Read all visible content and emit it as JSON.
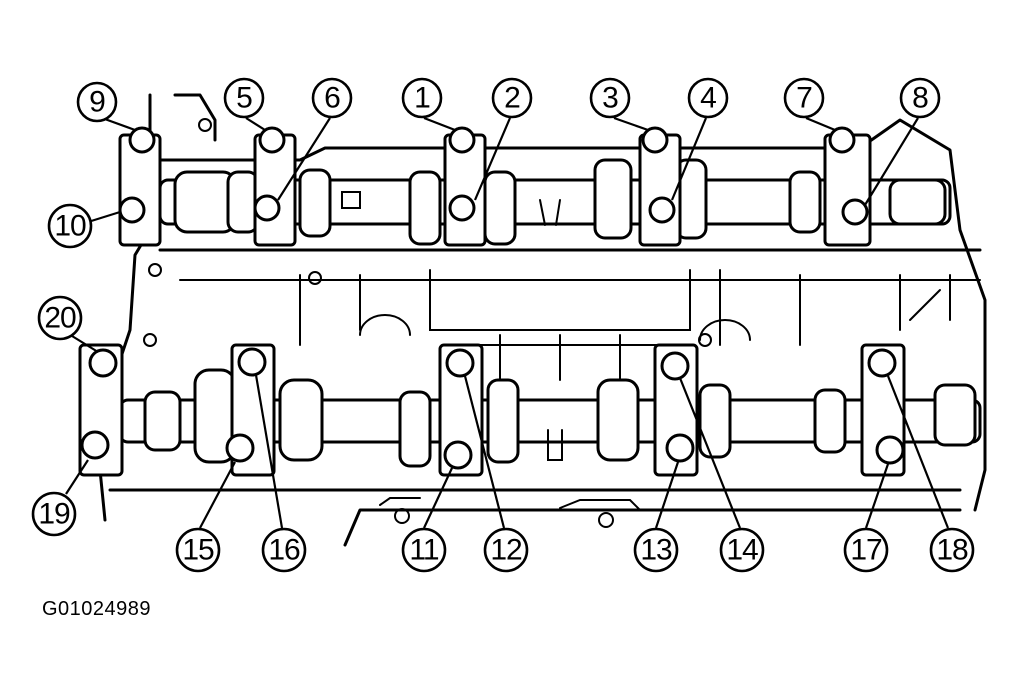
{
  "figure_code": "G01024989",
  "callouts": [
    {
      "id": "1",
      "label": "1"
    },
    {
      "id": "2",
      "label": "2"
    },
    {
      "id": "3",
      "label": "3"
    },
    {
      "id": "4",
      "label": "4"
    },
    {
      "id": "5",
      "label": "5"
    },
    {
      "id": "6",
      "label": "6"
    },
    {
      "id": "7",
      "label": "7"
    },
    {
      "id": "8",
      "label": "8"
    },
    {
      "id": "9",
      "label": "9"
    },
    {
      "id": "10",
      "label": "10"
    },
    {
      "id": "11",
      "label": "11"
    },
    {
      "id": "12",
      "label": "12"
    },
    {
      "id": "13",
      "label": "13"
    },
    {
      "id": "14",
      "label": "14"
    },
    {
      "id": "15",
      "label": "15"
    },
    {
      "id": "16",
      "label": "16"
    },
    {
      "id": "17",
      "label": "17"
    },
    {
      "id": "18",
      "label": "18"
    },
    {
      "id": "19",
      "label": "19"
    },
    {
      "id": "20",
      "label": "20"
    }
  ]
}
